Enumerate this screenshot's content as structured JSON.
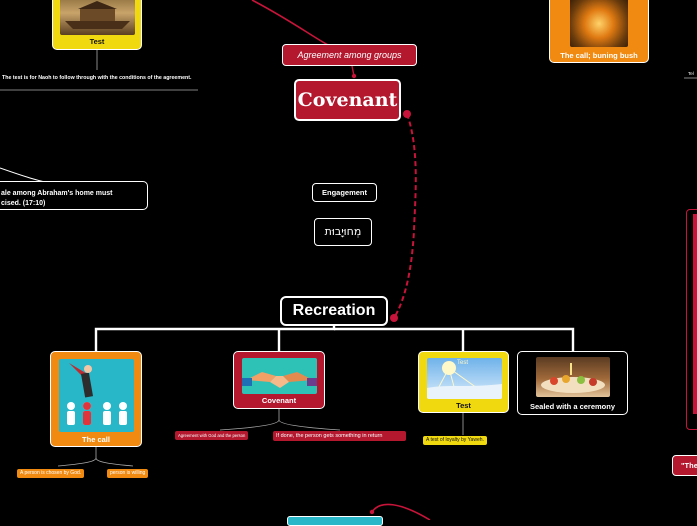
{
  "nodes": {
    "agreement": "Agreement among groups",
    "covenant_title": "Covenant",
    "engagement": "Engagement",
    "hebrew": "מְחוּיָבוּת",
    "recreation": "Recreation",
    "test_top": "Test",
    "test_note": "The test is for Naoh to follow through with the conditions of the agreement.",
    "call_burning_bush": "The call; buning bush",
    "left_note": "ale among Abraham's home must\ncised. (17:10)",
    "tel_fragment": "Tel",
    "quote_fragment": "\"The",
    "the_call": "The call",
    "call_note_1": "A person is chosen by God.",
    "call_note_2": "person is willing",
    "covenant_child": "Covenant",
    "covenant_note_1": "Agreement with God and the person",
    "covenant_note_2": "If done, the  person gets something in return",
    "test_child": "Test",
    "test_image_caption": "Test",
    "test_child_note": "A test of loyalty by Yaweh.",
    "ceremony": "Sealed with a ceremony"
  },
  "colors": {
    "background": "#000000",
    "yellow": "#f1d90f",
    "orange": "#f18a10",
    "crimson": "#b3182f",
    "link_red": "#c8143a"
  }
}
